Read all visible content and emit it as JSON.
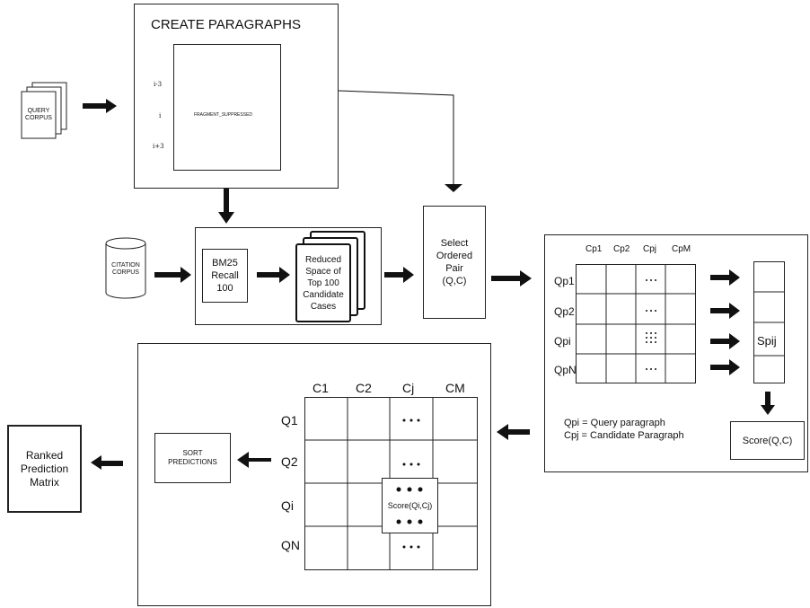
{
  "create_paragraphs": {
    "title": "CREATE PARAGRAPHS",
    "marker_top": "i-3",
    "marker_mid": "i",
    "marker_bot": "i+3",
    "fragment": "FRAGMENT_SUPPRESSED"
  },
  "query_corpus": "QUERY\nCORPUS",
  "citation_corpus": "CITATION\nCORPUS",
  "bm25": "BM25\nRecall\n100",
  "reduced_space": "Reduced\nSpace of\nTop 100\nCandidate\nCases",
  "select_pair": "Select\nOrdered\nPair\n(Q,C)",
  "para_matrix": {
    "cols": [
      "Cp1",
      "Cp2",
      "Cpj",
      "CpM"
    ],
    "rows": [
      "Qp1",
      "Qp2",
      "Qpi",
      "QpN"
    ],
    "dots": "•••",
    "score_cell": "Spij",
    "legend_q": "Qpi = Query paragraph",
    "legend_c": "Cpj = Candidate Paragraph",
    "score_box": "Score(Q,C)"
  },
  "case_matrix": {
    "cols": [
      "C1",
      "C2",
      "Cj",
      "CM"
    ],
    "rows": [
      "Q1",
      "Q2",
      "Qi",
      "QN"
    ],
    "dots": "•••",
    "score_cell": "Score(Qi,Cj)"
  },
  "sort_predictions": "SORT\nPREDICTIONS",
  "ranked_matrix": "Ranked\nPrediction\nMatrix"
}
